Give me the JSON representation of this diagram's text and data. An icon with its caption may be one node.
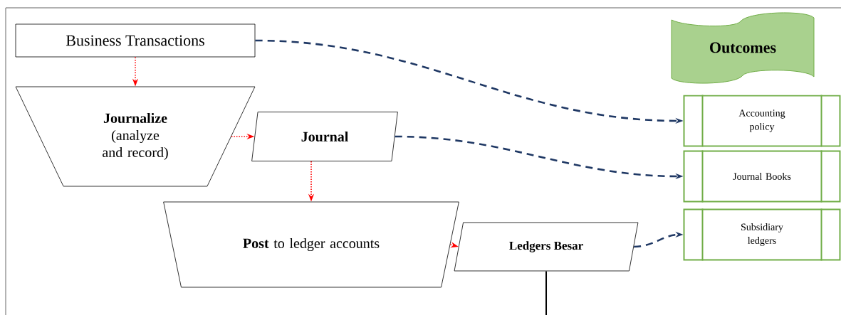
{
  "diagram": {
    "nodes": [
      {
        "text": [
          "Business Transactions"
        ]
      },
      {
        "text": [
          "Journalize",
          "(analyze and record)"
        ]
      },
      {
        "text": [
          "Journal"
        ]
      },
      {
        "text": [
          "**Post** to ledger accounts"
        ]
      },
      {
        "text": [
          "Ledgers Besar"
        ]
      },
      {
        "text": [
          "Outcomes"
        ]
      },
      {
        "text": [
          "Accounting policy"
        ]
      },
      {
        "text": [
          "Journal Books"
        ]
      },
      {
        "text": [
          "Subsidiary ledgers"
        ]
      }
    ],
    "edges": [
      {
        "from": 0,
        "to": 1,
        "arrow": "to",
        "style": "dashed"
      },
      {
        "from": 1,
        "to": 2,
        "arrow": "to",
        "style": "dashed"
      },
      {
        "from": 2,
        "to": 3,
        "arrow": "to",
        "style": "dashed"
      },
      {
        "from": 3,
        "to": 4,
        "arrow": "to",
        "style": "dashed"
      },
      {
        "from": 0,
        "to": 6,
        "arrow": "to",
        "style": "dashed",
        "color": "#1f3864"
      },
      {
        "from": 2,
        "to": 7,
        "arrow": "to",
        "style": "dashed",
        "color": "#1f3864"
      },
      {
        "from": 4,
        "to": 8,
        "arrow": "to",
        "style": "dashed",
        "color": "#1f3864"
      },
      {
        "from": 4,
        "to": null,
        "arrow": "none",
        "color": "#000000"
      }
    ]
  }
}
